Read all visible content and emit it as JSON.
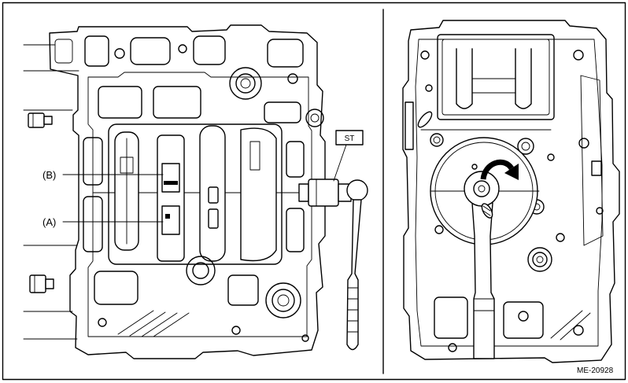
{
  "figure": {
    "callout_b": "(B)",
    "callout_a": "(A)",
    "special_tool": "ST",
    "figure_code": "ME-20928"
  },
  "icons": {
    "rotation": "clockwise-arrow-icon"
  },
  "colors": {
    "line": "#000000",
    "background": "#ffffff",
    "arrow": "#000000"
  }
}
